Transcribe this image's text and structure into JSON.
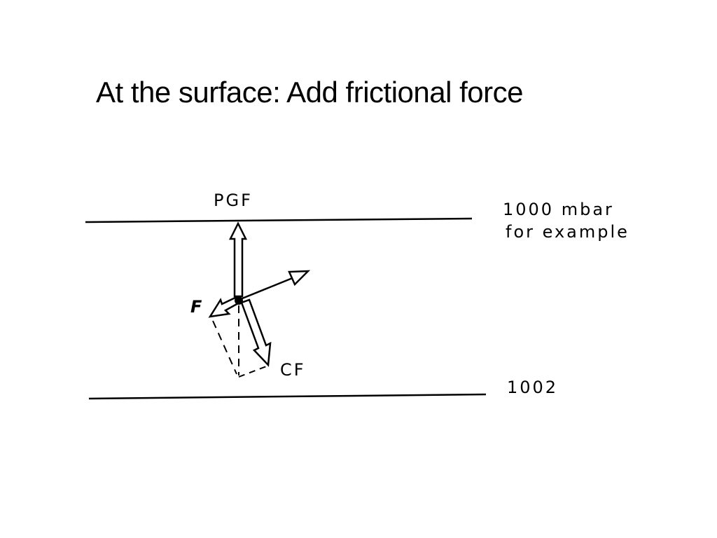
{
  "title": "At the surface: Add frictional force",
  "diagram": {
    "isobar_top_label_line1": "1000 mbar",
    "isobar_top_label_line2": "for example",
    "isobar_bottom_label": "1002",
    "force_pgf_label": "PGF",
    "force_friction_label": "F",
    "force_coriolis_label": "CF"
  }
}
